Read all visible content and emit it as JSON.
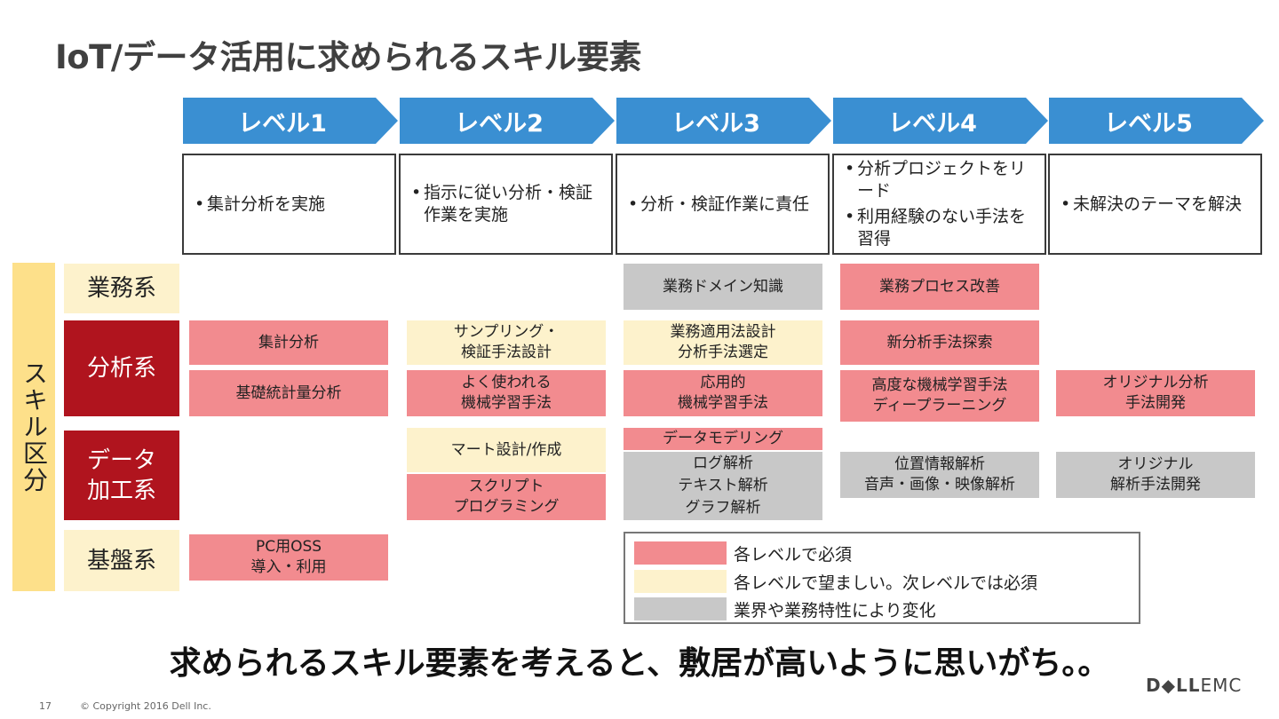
{
  "title": "IoT/データ活用に求められるスキル要素",
  "accent_color": "#3a8fd2",
  "levels": [
    {
      "label": "レベル1",
      "desc": [
        "集計分析を実施"
      ]
    },
    {
      "label": "レベル2",
      "desc": [
        "指示に従い分析・検証作業を実施"
      ]
    },
    {
      "label": "レベル3",
      "desc": [
        "分析・検証作業に責任"
      ]
    },
    {
      "label": "レベル4",
      "desc": [
        "分析プロジェクトをリード",
        "利用経験のない手法を習得"
      ]
    },
    {
      "label": "レベル5",
      "desc": [
        "未解決のテーマを解決"
      ]
    }
  ],
  "sidebar_label": "スキル区分",
  "categories": {
    "gyomu": "業務系",
    "bunseki": "分析系",
    "data_line1": "データ",
    "data_line2": "加工系",
    "kiban": "基盤系"
  },
  "cells": {
    "gyomu_l3": "業務ドメイン知識",
    "gyomu_l4": "業務プロセス改善",
    "bunseki_l1_a": "集計分析",
    "bunseki_l1_b": "基礎統計量分析",
    "bunseki_l2_a1": "サンプリング・",
    "bunseki_l2_a2": "検証手法設計",
    "bunseki_l2_b1": "よく使われる",
    "bunseki_l2_b2": "機械学習手法",
    "bunseki_l3_a1": "業務適用法設計",
    "bunseki_l3_a2": "分析手法選定",
    "bunseki_l3_b1": "応用的",
    "bunseki_l3_b2": "機械学習手法",
    "bunseki_l4_a": "新分析手法探索",
    "bunseki_l4_b1": "高度な機械学習手法",
    "bunseki_l4_b2": "ディープラーニング",
    "bunseki_l5_b1": "オリジナル分析",
    "bunseki_l5_b2": "手法開発",
    "data_l2_a": "マート設計/作成",
    "data_l2_b1": "スクリプト",
    "data_l2_b2": "プログラミング",
    "data_l3_a": "データモデリング",
    "data_l3_b1": "ログ解析",
    "data_l3_b2": "テキスト解析",
    "data_l3_b3": "グラフ解析",
    "data_l4_b1": "位置情報解析",
    "data_l4_b2": "音声・画像・映像解析",
    "data_l5_b1": "オリジナル",
    "data_l5_b2": "解析手法開発",
    "kiban_l1_1": "PC用OSS",
    "kiban_l1_2": "導入・利用"
  },
  "legend": [
    {
      "color": "#f28b8f",
      "label": "各レベルで必須"
    },
    {
      "color": "#fdf2cc",
      "label": "各レベルで望ましい。次レベルでは必須"
    },
    {
      "color": "#c8c8c8",
      "label": "業界や業務特性により変化"
    }
  ],
  "message": "求められるスキル要素を考えると、敷居が高いように思いがち。。",
  "page_number": "17",
  "copyright": "© Copyright 2016 Dell Inc.",
  "logo": {
    "bold": "D◆LL",
    "light": "EMC"
  }
}
